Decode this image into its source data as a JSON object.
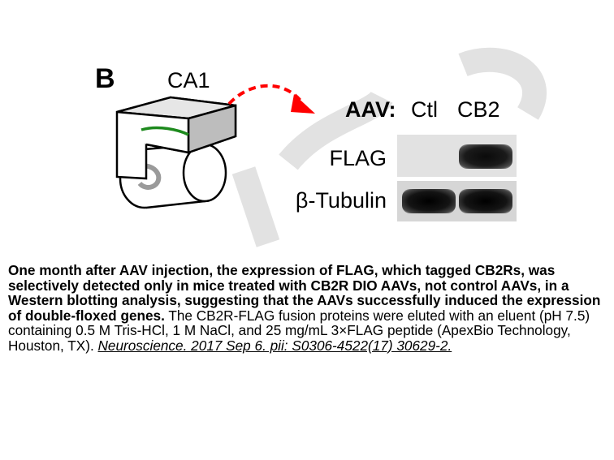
{
  "figure": {
    "panel_letter": "B",
    "region_label": "CA1",
    "aav_header": "AAV:",
    "lanes": [
      "Ctl",
      "CB2"
    ],
    "rows": [
      "FLAG",
      "β-Tubulin"
    ],
    "band_levels": {
      "FLAG": [
        0.0,
        1.0
      ],
      "β-Tubulin": [
        1.0,
        1.0
      ]
    },
    "colors": {
      "arrow": "#ff0000",
      "ca1_layer": "#1e8a1e",
      "watermark": "#d9d9d9"
    },
    "watermark_text": "GDSC"
  },
  "caption": {
    "bold": "One month after AAV injection, the expression of FLAG, which tagged CB2Rs, was selectively detected only in mice treated with CB2R DIO AAVs, not control AAVs, in a Western blotting analysis, suggesting that the AAVs successfully induced the expression of double-floxed genes.",
    "body": " The CB2R-FLAG fusion proteins were eluted with an eluent (pH 7.5) containing 0.5 M Tris-HCl, 1 M NaCl, and 25 mg/mL 3×FLAG peptide (ApexBio Technology, Houston, TX). ",
    "citation": "Neuroscience. 2017 Sep 6. pii: S0306-4522(17) 30629-2."
  }
}
